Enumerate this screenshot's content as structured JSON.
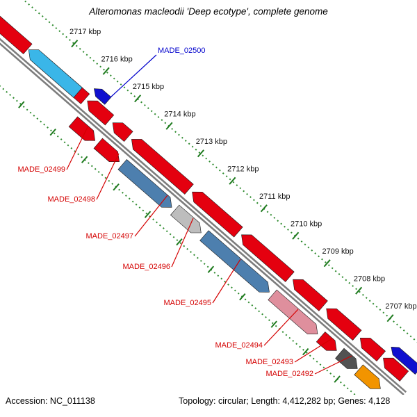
{
  "title": "Alteromonas macleodii 'Deep ecotype', complete genome",
  "footer": {
    "accession": "Accession: NC_011138",
    "topology": "Topology: circular; Length: 4,412,282 bp; Genes: 4,128"
  },
  "map": {
    "unit": "kbp",
    "tick_suffix": " kbp",
    "ticks_kbp": [
      2717,
      2716,
      2715,
      2714,
      2713,
      2712,
      2711,
      2710,
      2709,
      2708,
      2707
    ],
    "colors": {
      "backbone": "#7d7d7d",
      "ruler_green": "#2e8b2e",
      "tick_green": "#1e7a1e",
      "gene_outline": "#1a1a1a",
      "label_red": "#d40000",
      "label_blue": "#0000cc",
      "red": "#e4000f",
      "cyan": "#3ab6e8",
      "steel_blue": "#4d7fae",
      "silver": "#bdbdbd",
      "rose": "#df8f9d",
      "dark_gray": "#525252",
      "orange": "#f29400",
      "blue": "#1010cf"
    },
    "genes": [
      {
        "start_kbp": 2717.76,
        "end_kbp": 2719.26,
        "strand": "+",
        "ring": "outer",
        "color": "red"
      },
      {
        "start_kbp": 2715.94,
        "end_kbp": 2717.63,
        "strand": "+",
        "ring": "outer",
        "color": "red"
      },
      {
        "start_kbp": 2716.17,
        "end_kbp": 2717.73,
        "strand": "+",
        "ring": "outer",
        "color": "cyan"
      },
      {
        "start_kbp": 2715.17,
        "end_kbp": 2715.87,
        "strand": "+",
        "ring": "outer",
        "color": "red"
      },
      {
        "start_kbp": 2714.57,
        "end_kbp": 2715.07,
        "strand": "+",
        "ring": "outer",
        "color": "red"
      },
      {
        "start_kbp": 2712.65,
        "end_kbp": 2714.47,
        "strand": "+",
        "ring": "outer",
        "color": "red"
      },
      {
        "start_kbp": 2711.09,
        "end_kbp": 2712.55,
        "strand": "+",
        "ring": "outer",
        "color": "red"
      },
      {
        "start_kbp": 2709.46,
        "end_kbp": 2710.99,
        "strand": "+",
        "ring": "outer",
        "color": "red"
      },
      {
        "start_kbp": 2708.4,
        "end_kbp": 2709.36,
        "strand": "+",
        "ring": "outer",
        "color": "red"
      },
      {
        "start_kbp": 2707.33,
        "end_kbp": 2708.3,
        "strand": "+",
        "ring": "outer",
        "color": "red"
      },
      {
        "start_kbp": 2706.57,
        "end_kbp": 2707.23,
        "strand": "+",
        "ring": "outer",
        "color": "red"
      },
      {
        "start_kbp": 2705.84,
        "end_kbp": 2706.5,
        "strand": "+",
        "ring": "outer",
        "color": "red"
      },
      {
        "label": "MADE_02500",
        "label_color": "blue",
        "start_kbp": 2715.5,
        "end_kbp": 2715.94,
        "strand": "+",
        "ring": "elevated",
        "color": "blue"
      },
      {
        "start_kbp": 2705.67,
        "end_kbp": 2706.53,
        "strand": "+",
        "ring": "elevated",
        "color": "blue"
      },
      {
        "label": "MADE_02499",
        "label_color": "red",
        "start_kbp": 2715.11,
        "end_kbp": 2715.8,
        "strand": "-",
        "ring": "inner",
        "color": "red"
      },
      {
        "label": "MADE_02498",
        "label_color": "red",
        "start_kbp": 2714.34,
        "end_kbp": 2715.01,
        "strand": "-",
        "ring": "inner",
        "color": "red"
      },
      {
        "label": "MADE_02497",
        "label_color": "red",
        "start_kbp": 2712.68,
        "end_kbp": 2714.24,
        "strand": "-",
        "ring": "inner",
        "color": "steel_blue"
      },
      {
        "label": "MADE_02496",
        "label_color": "red",
        "start_kbp": 2711.75,
        "end_kbp": 2712.58,
        "strand": "-",
        "ring": "inner",
        "color": "silver"
      },
      {
        "label": "MADE_02495",
        "label_color": "red",
        "start_kbp": 2709.59,
        "end_kbp": 2711.65,
        "strand": "-",
        "ring": "inner",
        "color": "steel_blue"
      },
      {
        "label": "MADE_02494",
        "label_color": "red",
        "start_kbp": 2708.06,
        "end_kbp": 2709.49,
        "strand": "-",
        "ring": "inner",
        "color": "rose"
      },
      {
        "label": "MADE_02493",
        "label_color": "red",
        "start_kbp": 2707.46,
        "end_kbp": 2707.96,
        "strand": "-",
        "ring": "inner",
        "color": "red"
      },
      {
        "label": "MADE_02492",
        "label_color": "red",
        "start_kbp": 2706.8,
        "end_kbp": 2707.36,
        "strand": "-",
        "ring": "inner",
        "color": "dark_gray"
      },
      {
        "start_kbp": 2706.07,
        "end_kbp": 2706.76,
        "strand": "-",
        "ring": "inner",
        "color": "orange"
      }
    ]
  }
}
